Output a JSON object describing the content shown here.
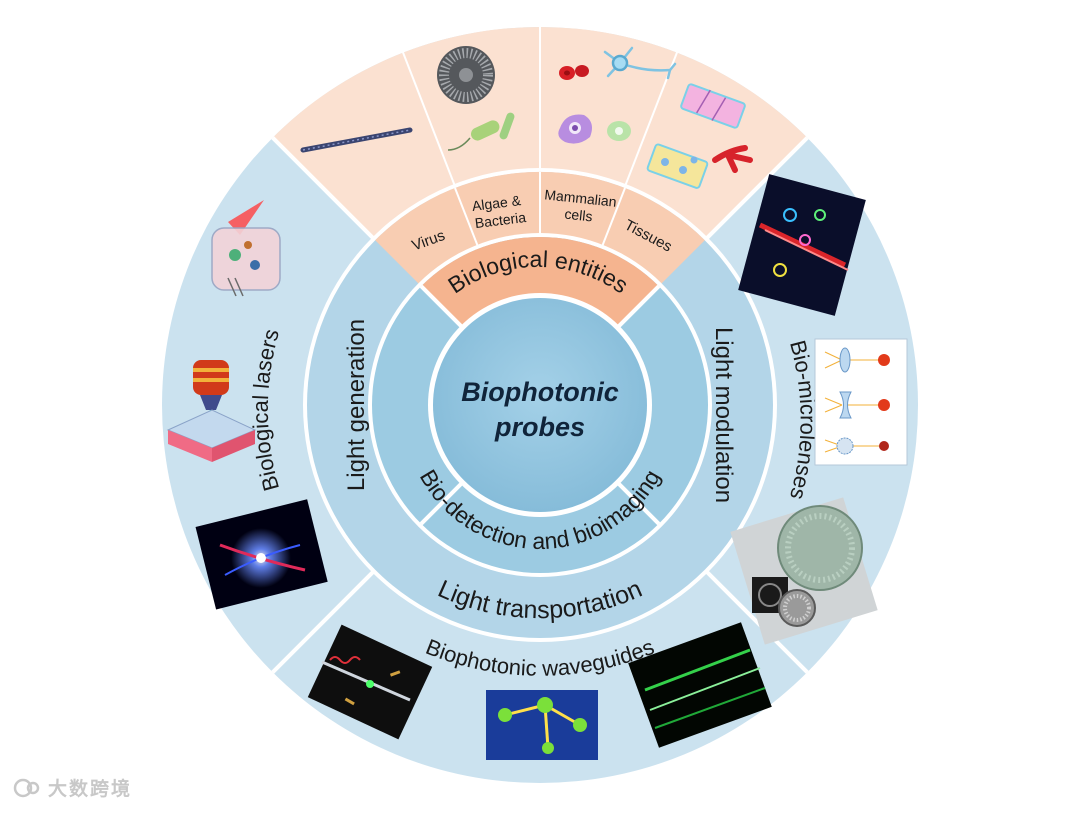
{
  "diagram": {
    "center_line1": "Biophotonic",
    "center_line2": "probes",
    "inner_ring": {
      "entities": "Biological entities",
      "modulation": "Light modulation",
      "imaging": "Bio-detection and bioimaging",
      "transport": "Light transportation",
      "generation": "Light generation"
    },
    "outer_ring": {
      "microlenses": "Bio-microlenses",
      "waveguides": "Biophotonic waveguides",
      "lasers": "Biological lasers"
    },
    "entity_types": {
      "virus": "Virus",
      "algae_1": "Algae &",
      "algae_2": "Bacteria",
      "mammalian_1": "Mammalian",
      "mammalian_2": "cells",
      "tissues": "Tissues"
    },
    "colors": {
      "outer_blue": "#cbe2ef",
      "mid_blue": "#b3d5e8",
      "inner_blue": "#9ccbe2",
      "center_blue": "#8cc0dc",
      "peach_outer": "#fbe1d1",
      "peach_mid": "#f8cdb2",
      "peach_inner": "#f5b48f"
    }
  },
  "watermark": {
    "text": "大数跨境"
  }
}
